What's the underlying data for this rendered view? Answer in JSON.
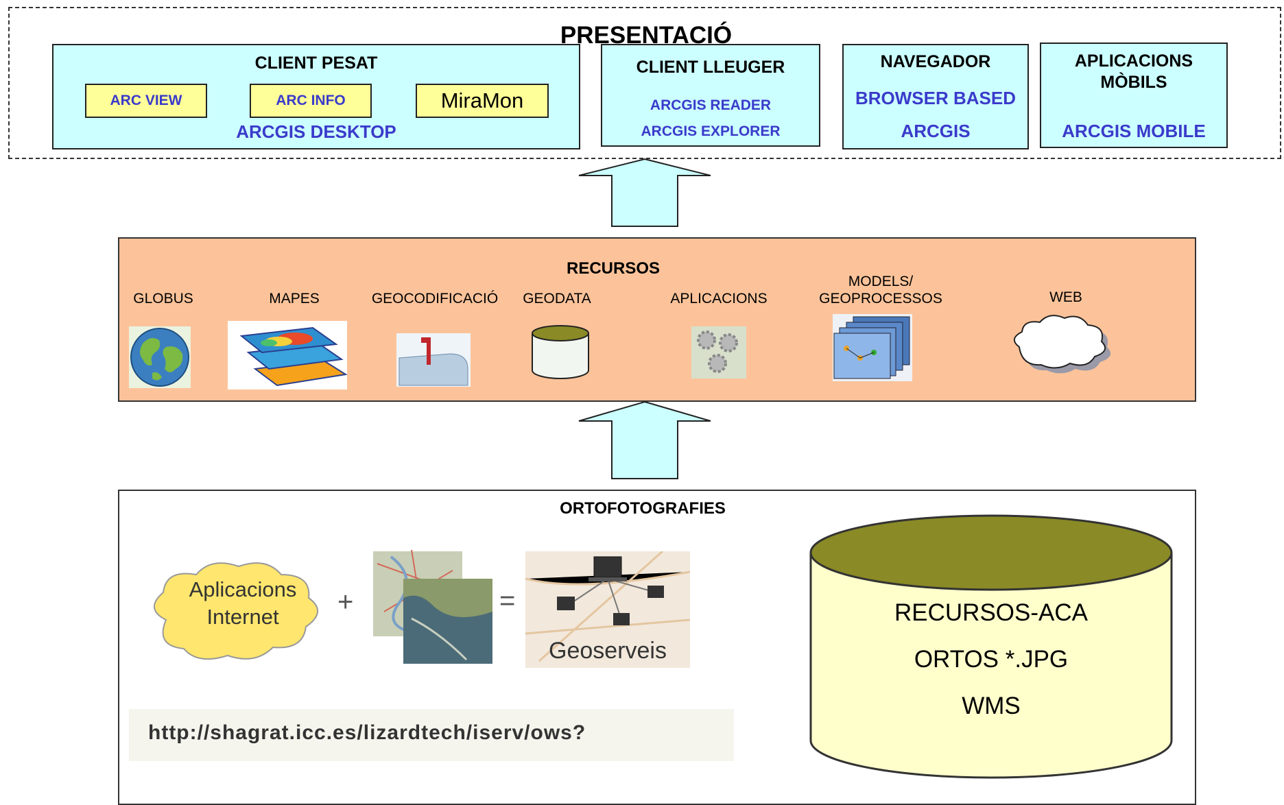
{
  "presentacio": {
    "title": "PRESENTACIÓ",
    "client_pesat": {
      "title": "CLIENT PESAT",
      "items": [
        "ARC VIEW",
        "ARC INFO",
        "MiraMon"
      ],
      "footer": "ARCGIS DESKTOP"
    },
    "client_lleuger": {
      "title": "CLIENT LLEUGER",
      "line1": "ARCGIS READER",
      "line2": "ARCGIS EXPLORER"
    },
    "navegador": {
      "title": "NAVEGADOR",
      "line1": "BROWSER BASED",
      "line2": "ARCGIS"
    },
    "mobils": {
      "title_line1": "APLICACIONS",
      "title_line2": "MÒBILS",
      "line1": "ARCGIS MOBILE"
    }
  },
  "recursos": {
    "title": "RECURSOS",
    "items": [
      {
        "label": "GLOBUS",
        "icon": "globe-icon"
      },
      {
        "label": "MAPES",
        "icon": "map-layers-icon"
      },
      {
        "label": "GEOCODIFICACIÓ",
        "icon": "mailbox-icon"
      },
      {
        "label": "GEODATA",
        "icon": "database-icon"
      },
      {
        "label": "APLICACIONS",
        "icon": "gears-icon"
      },
      {
        "label_line1": "MODELS/",
        "label_line2": "GEOPROCESSOS",
        "icon": "model-windows-icon"
      },
      {
        "label": "WEB",
        "icon": "cloud-icon"
      }
    ]
  },
  "ortofotografies": {
    "title": "ORTOFOTOGRAFIES",
    "cloud_line1": "Aplicacions",
    "cloud_line2": "Internet",
    "plus": "+",
    "equals": "=",
    "geoserveis": "Geoserveis",
    "url": "http://shagrat.icc.es/lizardtech/iserv/ows?",
    "database": {
      "line1": "RECURSOS-ACA",
      "line2": "ORTOS *.JPG",
      "line3": "WMS"
    }
  },
  "colors": {
    "cyan": "#ccffff",
    "yellow": "#ffff99",
    "orange": "#fcc39a",
    "blue_text": "#3a3acb",
    "db_top": "#8a8a26",
    "arrow_fill": "#ccffff"
  }
}
